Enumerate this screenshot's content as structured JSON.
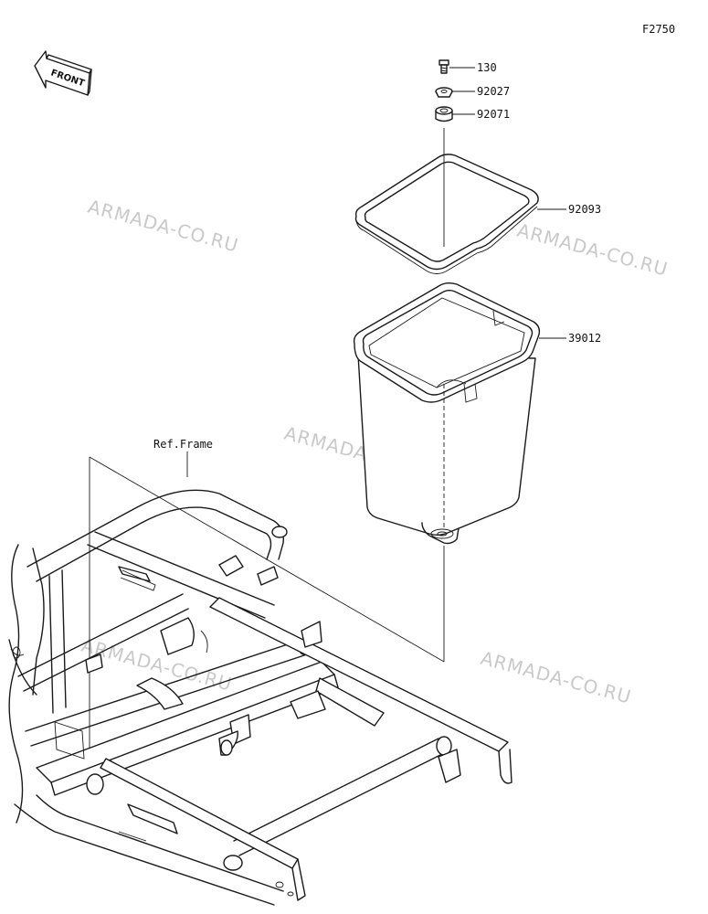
{
  "figure_code": "F2750",
  "front_label": "FRONT",
  "ref_label": "Ref.Frame",
  "watermark": "ARMADA-CO.RU",
  "parts": [
    {
      "id": "p130",
      "number": "130"
    },
    {
      "id": "p92027",
      "number": "92027"
    },
    {
      "id": "p92071",
      "number": "92071"
    },
    {
      "id": "p92093",
      "number": "92093"
    },
    {
      "id": "p39012",
      "number": "39012"
    }
  ]
}
